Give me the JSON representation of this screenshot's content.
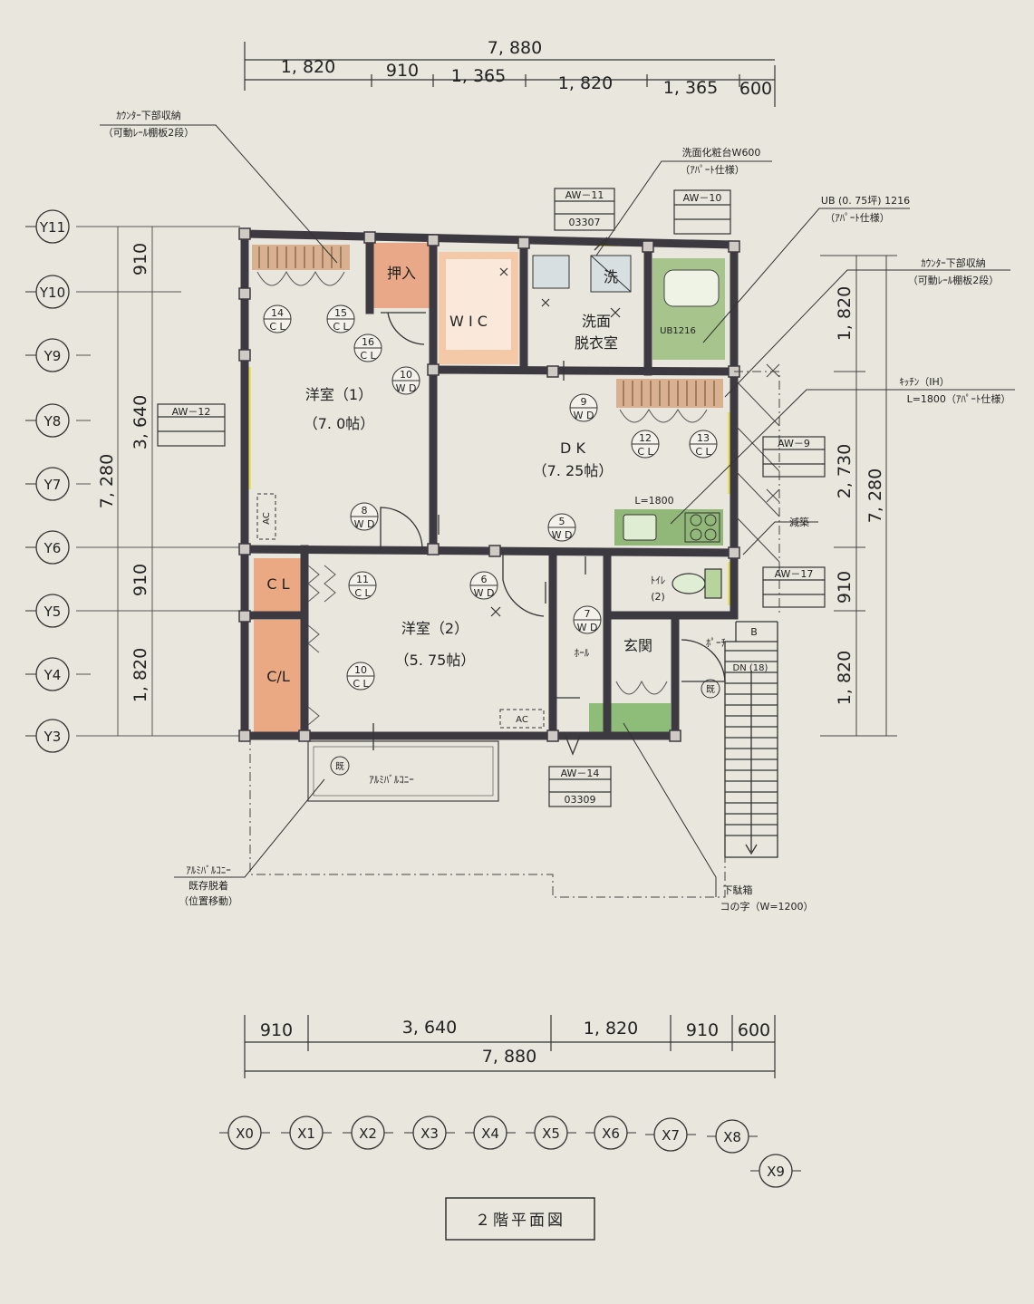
{
  "drawing_title": "２階平面図",
  "dimensions": {
    "top_total": "7, 880",
    "top_segments": [
      "1, 820",
      "910",
      "1, 365",
      "1, 820",
      "1, 365",
      "600"
    ],
    "bottom_segments": [
      "910",
      "3, 640",
      "1, 820",
      "910",
      "600"
    ],
    "bottom_total": "7, 880",
    "left_segments": [
      "910",
      "3, 640",
      "910",
      "1, 820"
    ],
    "left_total": "7, 280",
    "right_segments": [
      "1, 820",
      "2, 730",
      "910",
      "1, 820"
    ],
    "right_total": "7, 280"
  },
  "grid_y": [
    "Y11",
    "Y10",
    "Y9",
    "Y8",
    "Y7",
    "Y6",
    "Y5",
    "Y4",
    "Y3"
  ],
  "grid_x": [
    "X0",
    "X1",
    "X2",
    "X3",
    "X4",
    "X5",
    "X6",
    "X7",
    "X8",
    "X9"
  ],
  "rooms": {
    "room1_name": "洋室（1）",
    "room1_size": "（7. 0帖）",
    "room2_name": "洋室（2）",
    "room2_size": "（5. 75帖）",
    "dk_name": "D K",
    "dk_size": "（7. 25帖）",
    "wash_line1": "洗面",
    "wash_line2": "脱衣室",
    "wic": "W I C",
    "oshiire": "押入",
    "wash_icon": "洗",
    "toilet_line1": "ﾄｲﾚ",
    "toilet_line2": "(2)",
    "genkan": "玄関",
    "hall": "ﾎｰﾙ",
    "porch": "ﾎﾟｰﾁ",
    "cl1": "C L",
    "cl2": "C/L",
    "balcony": "ｱﾙﾐﾊﾞﾙｺﾆｰ",
    "ac1": "AC",
    "ac2": "AC",
    "ub_label": "UB1216",
    "kitchen_len": "L=1800",
    "stair_b": "B",
    "stair_dn": "DN (18)",
    "kisei": "既"
  },
  "annotations": {
    "counter_tl_1": "ｶｳﾝﾀｰ下部収納",
    "counter_tl_2": "（可動ﾚｰﾙ棚板2段）",
    "senmen_1": "洗面化粧台W600",
    "senmen_2": "（ｱﾊﾟｰﾄ仕様）",
    "ub_1": "UB (0. 75坪) 1216",
    "ub_2": "（ｱﾊﾟｰﾄ仕様）",
    "counter_tr_1": "ｶｳﾝﾀｰ下部収納",
    "counter_tr_2": "（可動ﾚｰﾙ棚板2段）",
    "kitchen_1": "ｷｯﾁﾝ（IH）",
    "kitchen_2": "L=1800（ｱﾊﾟｰﾄ仕様）",
    "genchiku": "減築",
    "balcony_1": "ｱﾙﾐﾊﾞﾙｺﾆｰ",
    "balcony_2": "既存脱着",
    "balcony_3": "（位置移動）",
    "shoe_1": "下駄箱",
    "shoe_2": "コの字（W=1200）"
  },
  "windows": {
    "aw11": "AW－11",
    "aw11_code": "03307",
    "aw10": "AW－10",
    "aw12": "AW－12",
    "aw9": "AW－9",
    "aw17": "AW－17",
    "aw14": "AW－14",
    "aw14_code": "03309"
  },
  "tags": [
    {
      "n": "14",
      "t": "C L"
    },
    {
      "n": "15",
      "t": "C L"
    },
    {
      "n": "16",
      "t": "C L"
    },
    {
      "n": "10",
      "t": "W D"
    },
    {
      "n": "9",
      "t": "W D"
    },
    {
      "n": "12",
      "t": "C L"
    },
    {
      "n": "13",
      "t": "C L"
    },
    {
      "n": "8",
      "t": "W D"
    },
    {
      "n": "5",
      "t": "W D"
    },
    {
      "n": "11",
      "t": "C L"
    },
    {
      "n": "6",
      "t": "W D"
    },
    {
      "n": "7",
      "t": "W D"
    },
    {
      "n": "10",
      "t": "C L"
    }
  ]
}
